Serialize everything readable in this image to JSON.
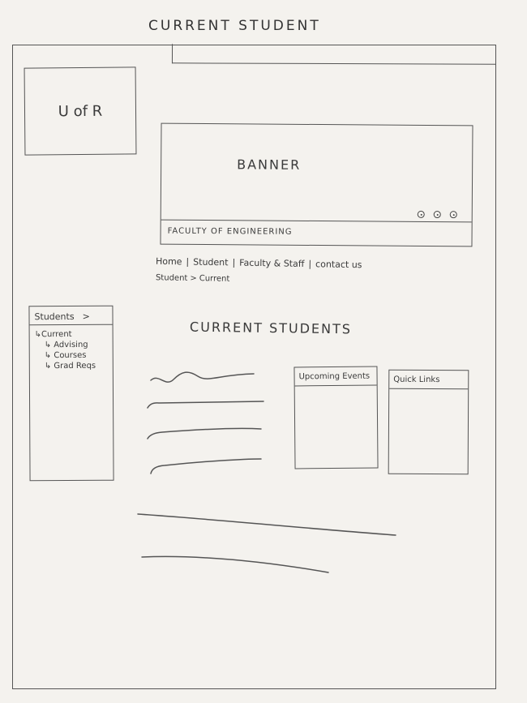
{
  "page": {
    "title": "CURRENT STUDENT"
  },
  "logo": {
    "text": "U of R"
  },
  "banner": {
    "label": "BANNER",
    "caption": "FACULTY OF ENGINEERING",
    "slide_count": 3
  },
  "nav": {
    "items": [
      "Home",
      "Student",
      "Faculty & Staff",
      "contact us"
    ],
    "separator": "|"
  },
  "breadcrumb": {
    "items": [
      "Student",
      "Current"
    ],
    "separator": ">"
  },
  "sidebar": {
    "header": "Students",
    "header_icon": "chevron-right-icon",
    "header_glyph": ">",
    "current": "Current",
    "children": [
      "Advising",
      "Courses",
      "Grad Reqs"
    ]
  },
  "main": {
    "title": "CURRENT STUDENTS",
    "text_placeholder_lines": 6
  },
  "widgets": {
    "events_title": "Upcoming Events",
    "links_title": "Quick Links"
  }
}
